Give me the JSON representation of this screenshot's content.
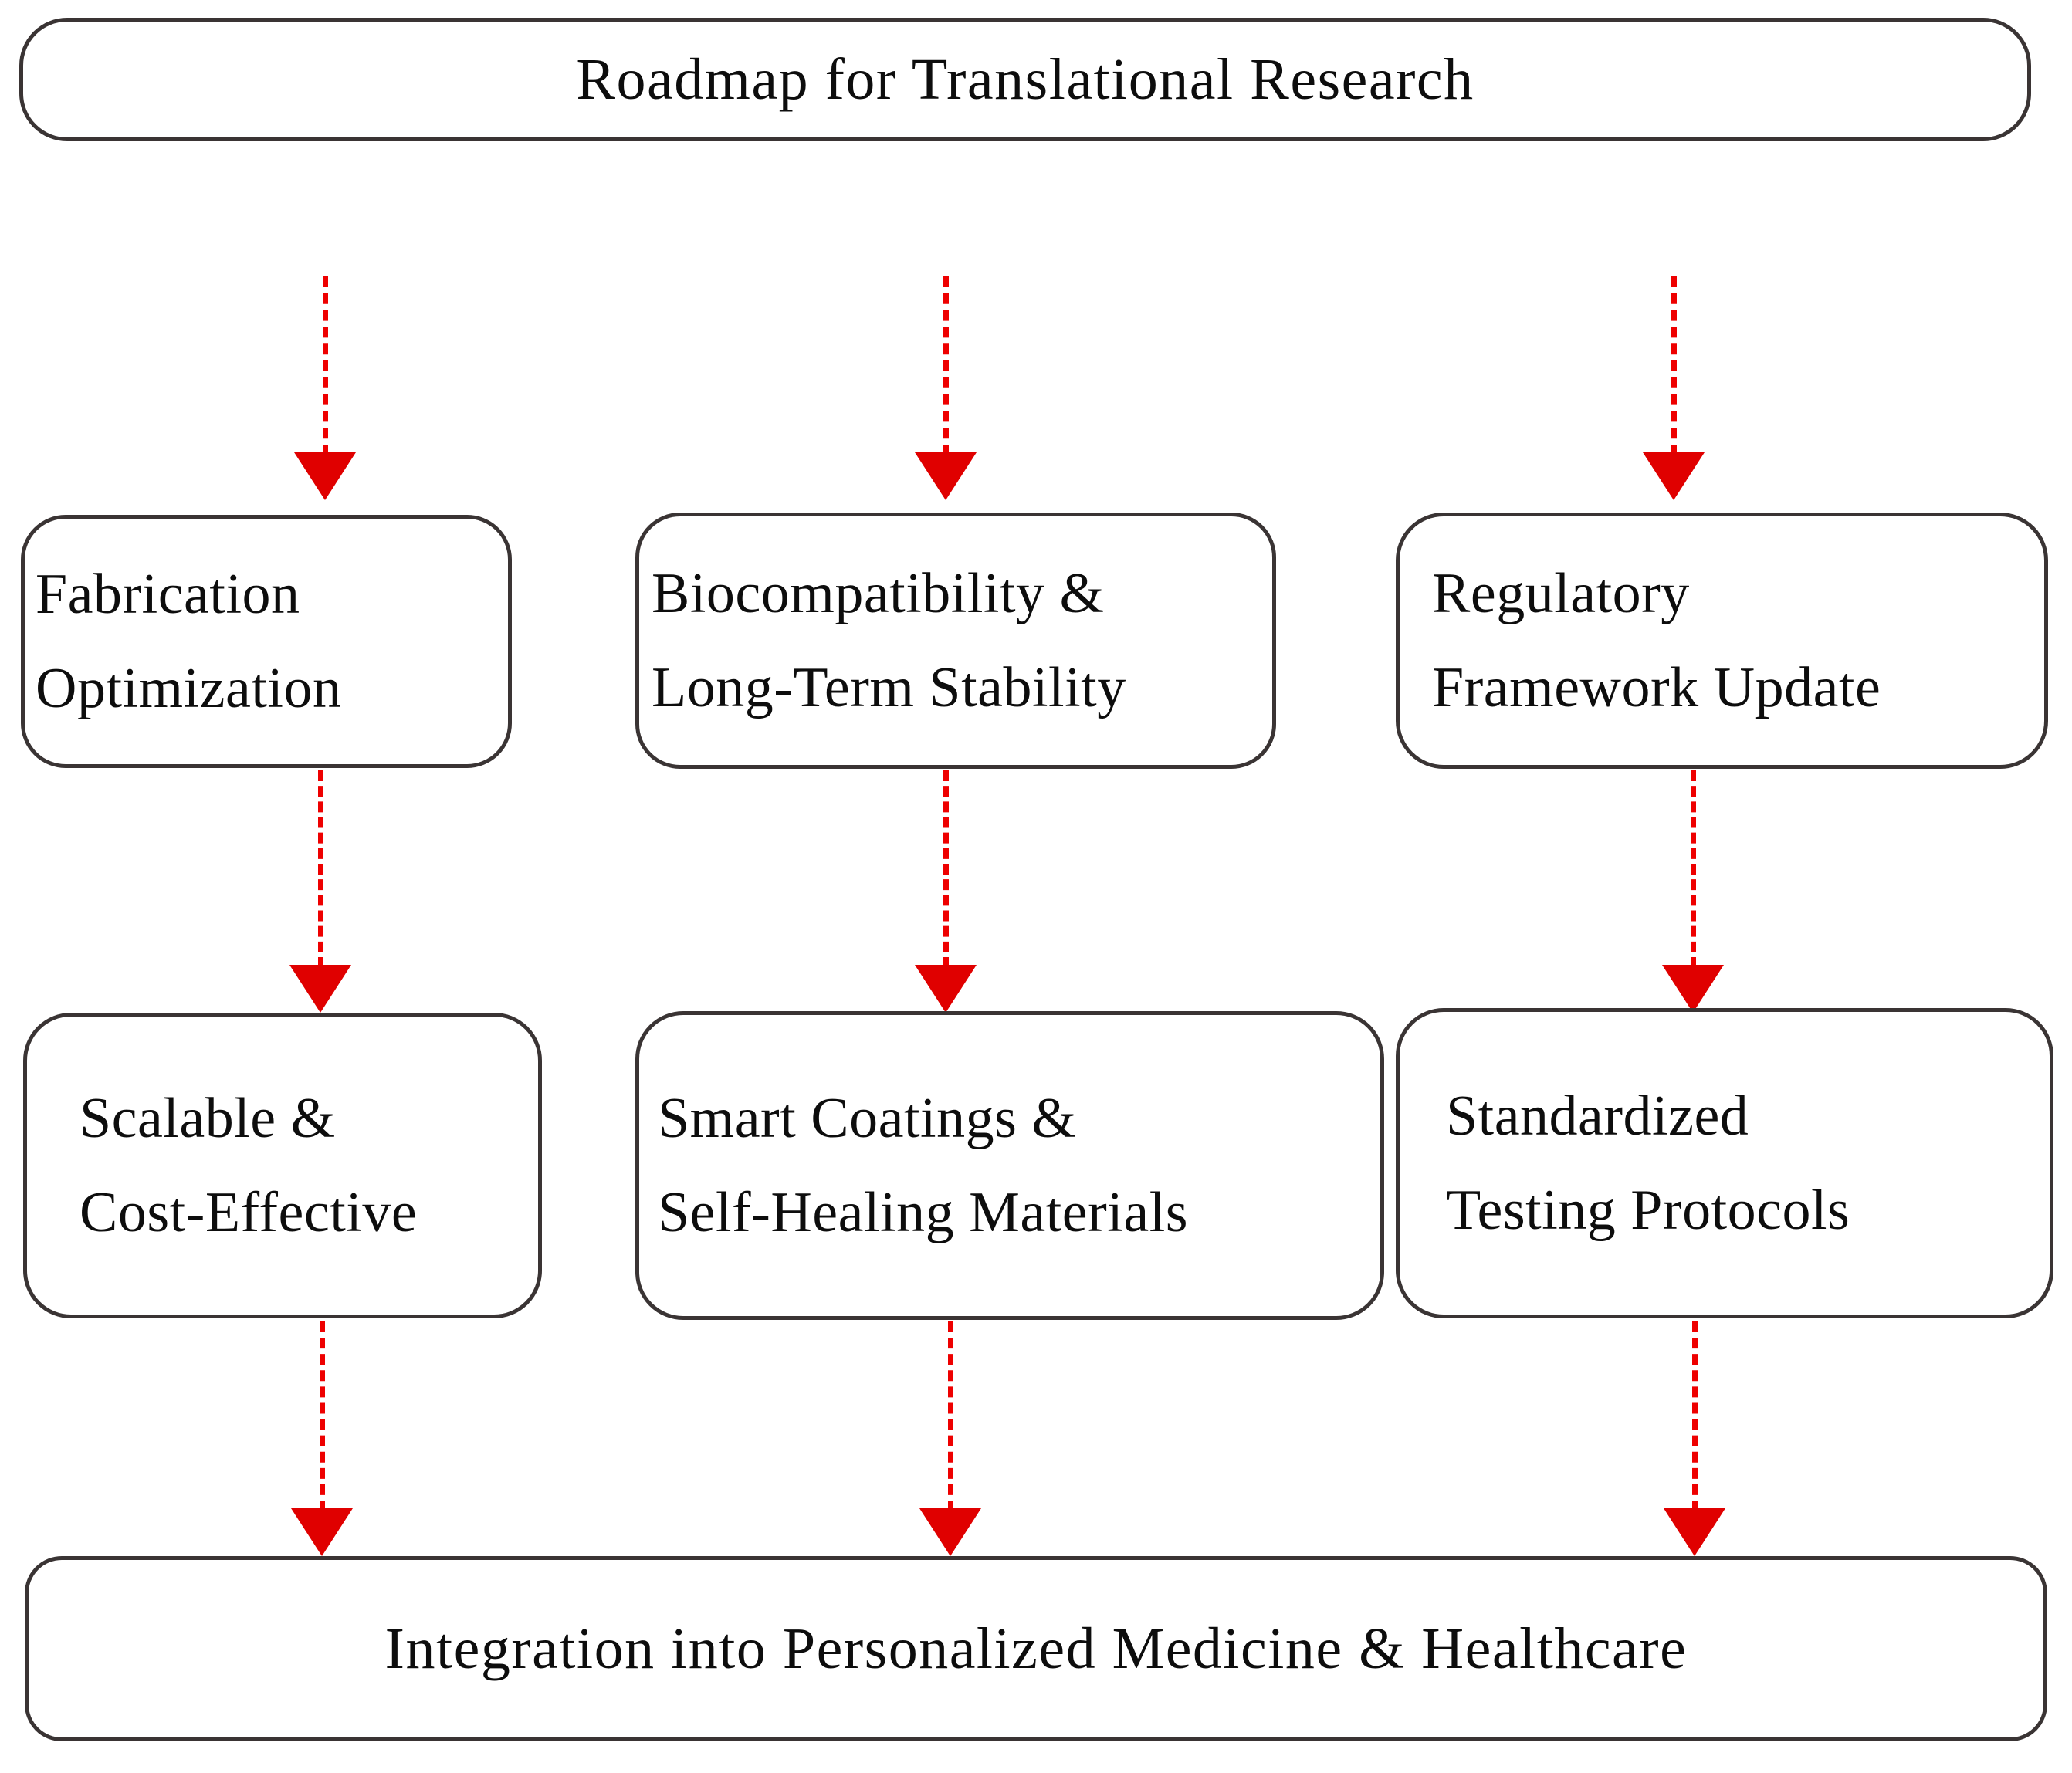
{
  "diagram": {
    "title": "Roadmap for Translational Research",
    "type": "flowchart",
    "orientation": "top-to-bottom",
    "colors": {
      "box_border": "#3a3434",
      "box_fill": "#ffffff",
      "text": "#0d0d0d",
      "arrow": "#e00000",
      "background": "#ffffff"
    },
    "nodes": {
      "title": {
        "text": "Roadmap for Translational Research"
      },
      "fabrication": {
        "line1": "Fabrication",
        "line2": "Optimization"
      },
      "biocompat": {
        "line1": "Biocompatibility  &",
        "line2": "Long-Term Stability"
      },
      "regulatory": {
        "line1": "Regulatory",
        "line2": "Framework Update"
      },
      "scalable": {
        "line1": "Scalable  &",
        "line2": "Cost-Effective"
      },
      "smartcoatings": {
        "line1": "Smart Coatings  &",
        "line2": "Self-Healing Materials"
      },
      "standardized": {
        "line1": "Standardized",
        "line2": "Testing Protocols"
      },
      "integration": {
        "text": "Integration  into Personalized Medicine  & Healthcare"
      }
    },
    "edges": [
      {
        "id": "title-to-fabrication",
        "from": "title",
        "to": "fabrication",
        "style": "dashed",
        "arrowhead": "solid-triangle"
      },
      {
        "id": "title-to-biocompat",
        "from": "title",
        "to": "biocompat",
        "style": "dashed",
        "arrowhead": "solid-triangle"
      },
      {
        "id": "title-to-regulatory",
        "from": "title",
        "to": "regulatory",
        "style": "dashed",
        "arrowhead": "solid-triangle"
      },
      {
        "id": "fabrication-to-scalable",
        "from": "fabrication",
        "to": "scalable",
        "style": "dashed",
        "arrowhead": "solid-triangle"
      },
      {
        "id": "biocompat-to-smartcoatings",
        "from": "biocompat",
        "to": "smartcoatings",
        "style": "dashed",
        "arrowhead": "solid-triangle"
      },
      {
        "id": "regulatory-to-standardized",
        "from": "regulatory",
        "to": "standardized",
        "style": "dashed",
        "arrowhead": "solid-triangle"
      },
      {
        "id": "scalable-to-integration",
        "from": "scalable",
        "to": "integration",
        "style": "dashed",
        "arrowhead": "solid-triangle"
      },
      {
        "id": "smartcoatings-to-integration",
        "from": "smartcoatings",
        "to": "integration",
        "style": "dashed",
        "arrowhead": "solid-triangle"
      },
      {
        "id": "standardized-to-integration",
        "from": "standardized",
        "to": "integration",
        "style": "dashed",
        "arrowhead": "solid-triangle"
      }
    ]
  }
}
